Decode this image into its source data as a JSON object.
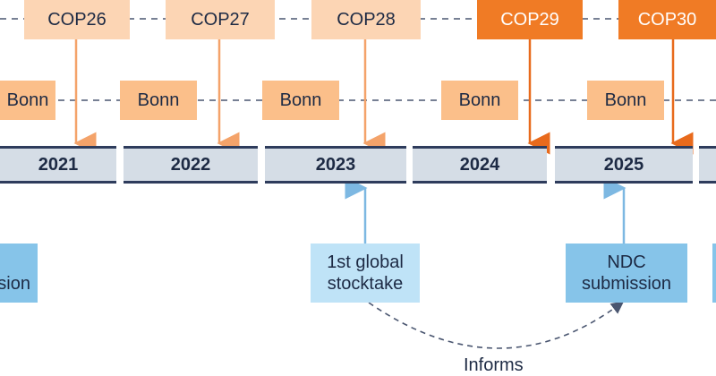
{
  "cops": [
    {
      "label": "COP26",
      "emphasis": false
    },
    {
      "label": "COP27",
      "emphasis": false
    },
    {
      "label": "COP28",
      "emphasis": false
    },
    {
      "label": "COP29",
      "emphasis": true
    },
    {
      "label": "COP30",
      "emphasis": true
    }
  ],
  "bonn": [
    "Bonn",
    "Bonn",
    "Bonn",
    "Bonn",
    "Bonn"
  ],
  "years": [
    "2021",
    "2022",
    "2023",
    "2024",
    "2025"
  ],
  "left_partial": "sion",
  "stocktake": {
    "line1": "1st global",
    "line2": "stocktake"
  },
  "ndc": {
    "line1": "NDC",
    "line2": "submission"
  },
  "informs": "Informs",
  "colors": {
    "cop_light": "#fcd5b4",
    "cop_dark": "#f07b25",
    "bonn": "#fbbf8a",
    "orange_arrow": "#f4a36a",
    "dark_arrow": "#e86a1c",
    "year_bar": "#d5dde6",
    "year_rule": "#2e3c5c",
    "blue_light": "#bfe3f7",
    "blue_mid": "#86c4e9",
    "blue_arrow": "#7db8e2",
    "dashed": "#4a5670"
  }
}
